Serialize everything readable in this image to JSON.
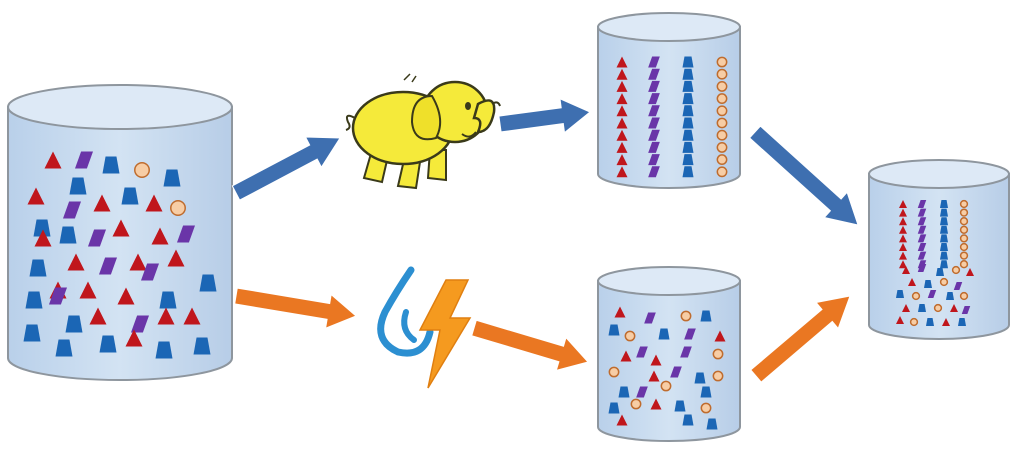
{
  "colors": {
    "tank_body": "#c9ddf0",
    "tank_top": "#dde9f6",
    "tank_stroke": "#8e969e",
    "triangle": "#c0161c",
    "trapezoid": "#1b66b5",
    "parallelogram": "#6a35a8",
    "circle_fill": "#f7cda5",
    "circle_stroke": "#bf6c2e",
    "blue_arrow": "#3e6fb0",
    "orange_arrow": "#ea7722",
    "elephant": "#f5ea3a",
    "bolt": "#f59a1f",
    "drop": "#2c8fd1"
  },
  "icons": {
    "mapreduce": "hadoop-elephant-icon",
    "streaming": "water-drop-lightning-icon"
  },
  "pipeline": {
    "source": "mixed-shape-data-store",
    "batch_output": "sorted-shape-data-store",
    "stream_output": "mixed-shape-data-store",
    "merged_output": "partly-sorted-shape-data-store"
  }
}
